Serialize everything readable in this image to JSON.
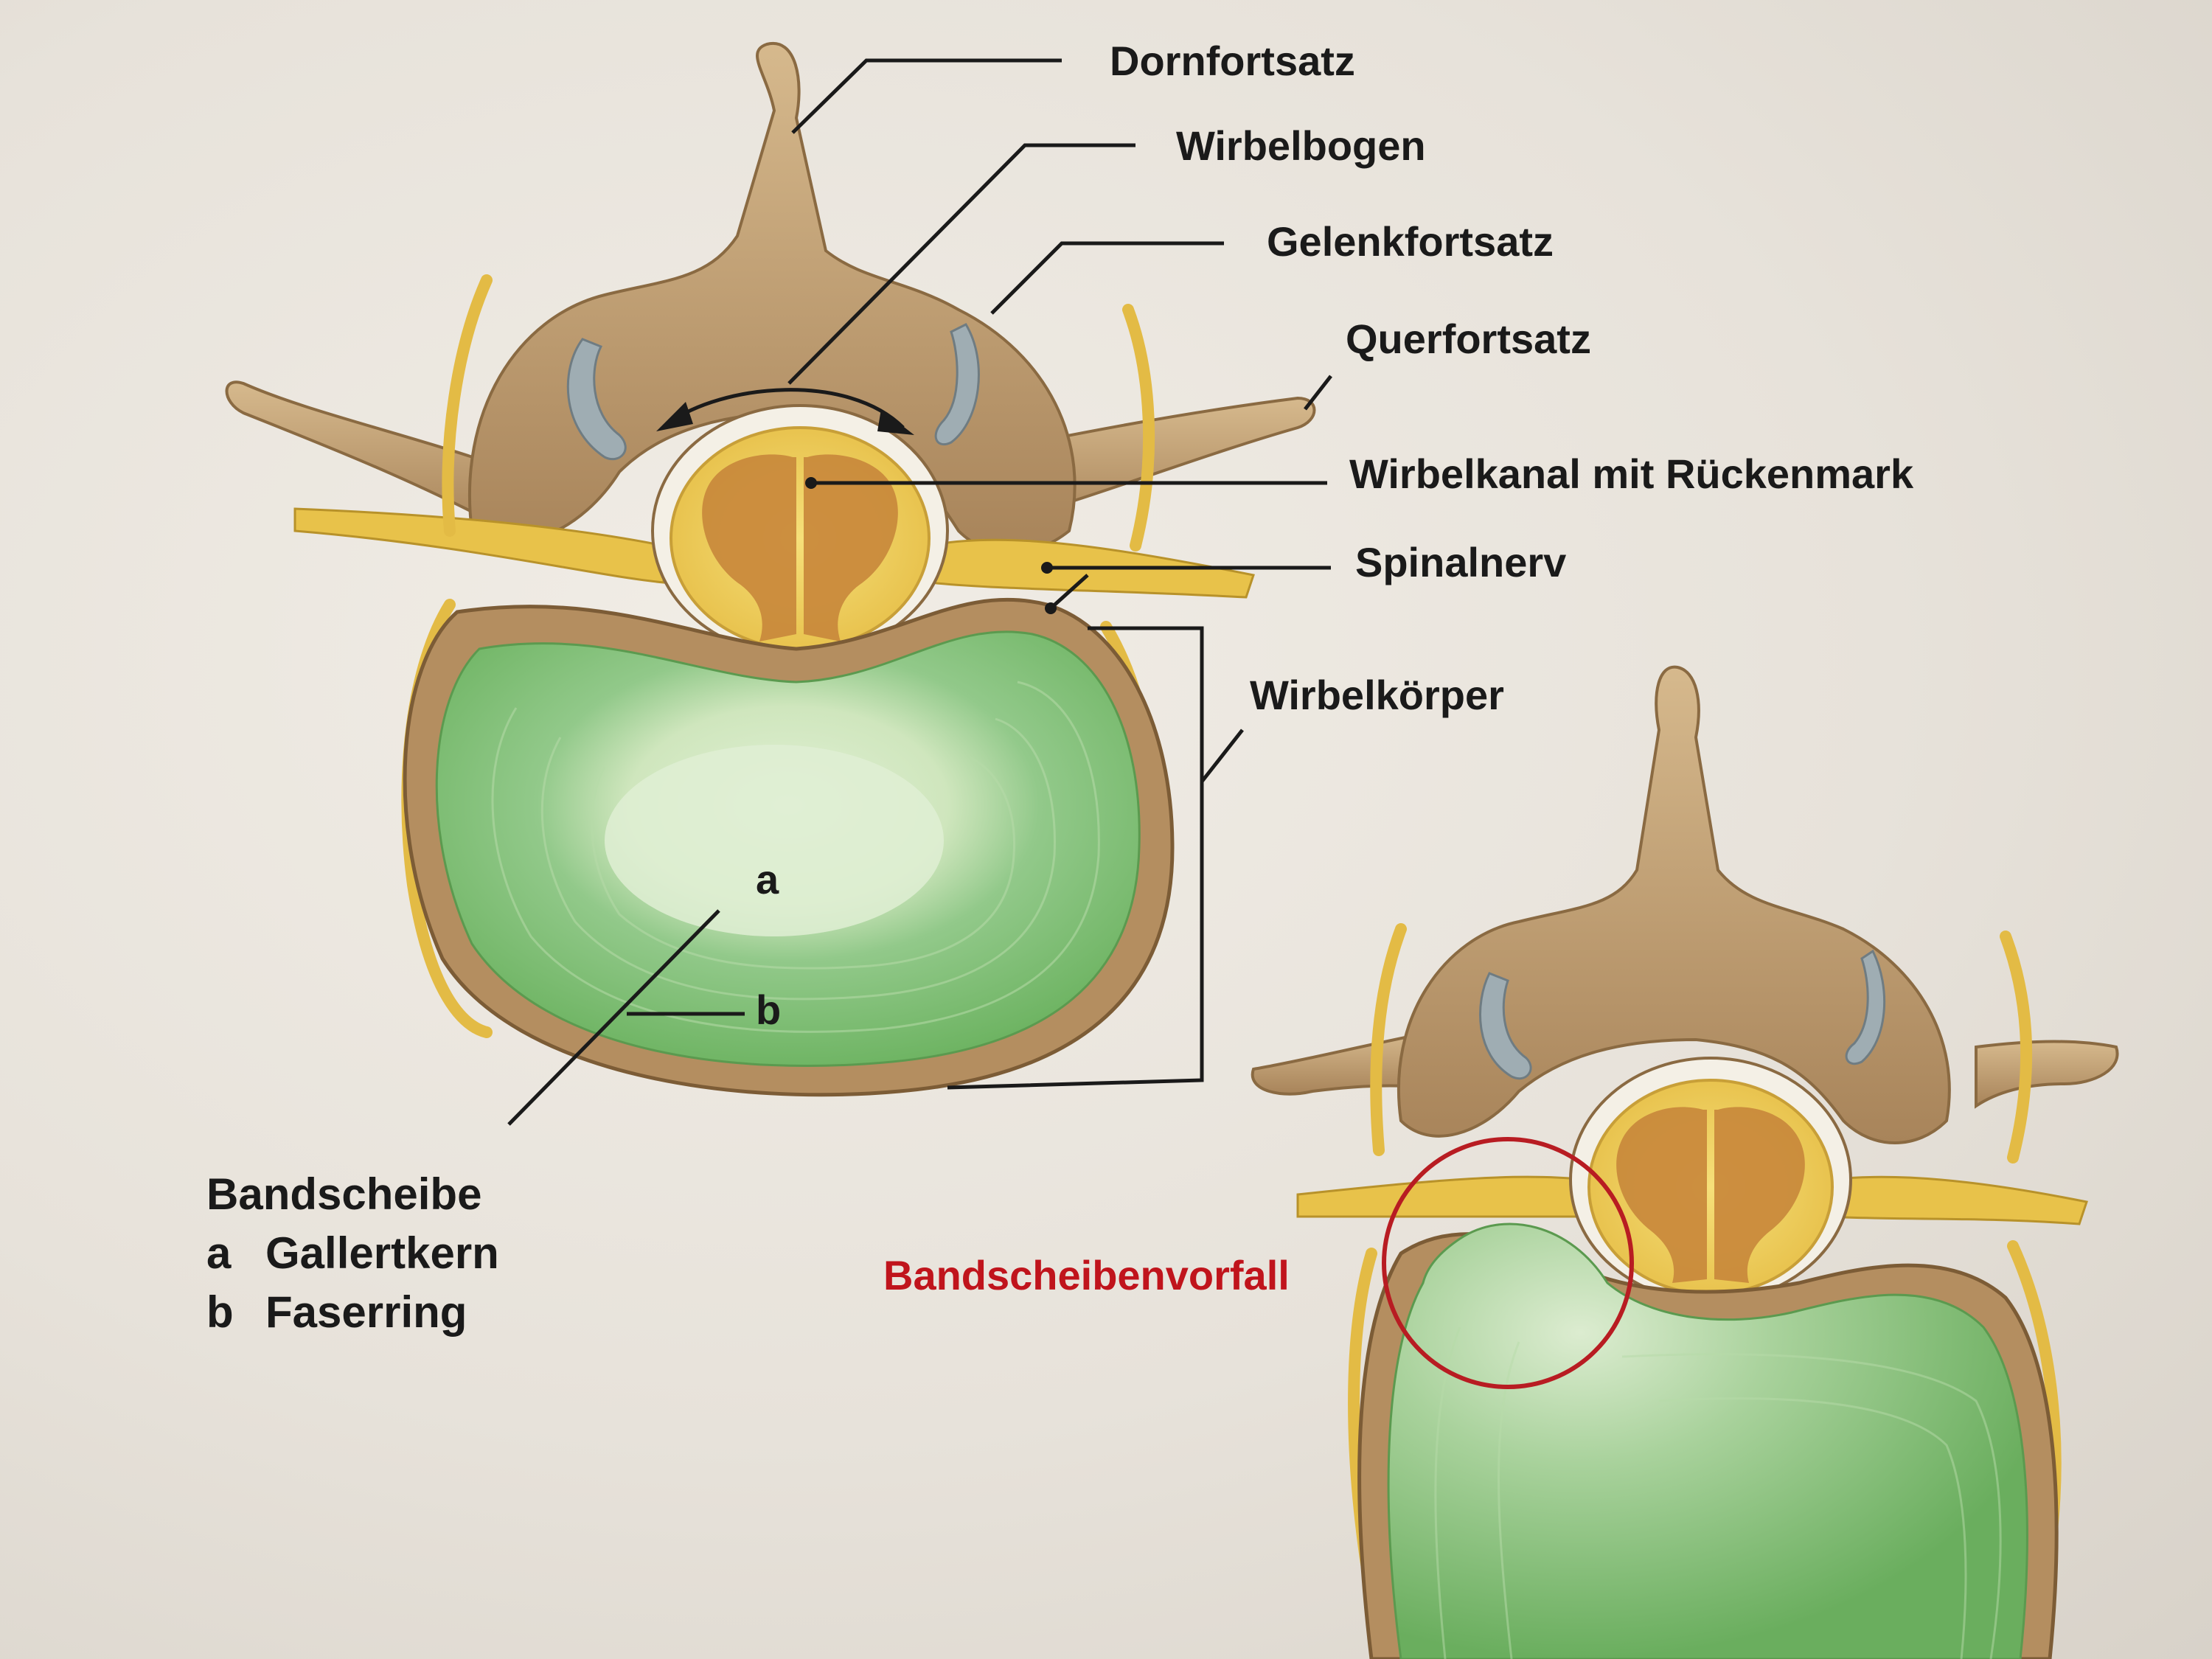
{
  "labels": {
    "dornfortsatz": "Dornfortsatz",
    "wirbelbogen": "Wirbelbogen",
    "gelenkfortsatz": "Gelenkfortsatz",
    "querfortsatz": "Querfortsatz",
    "wirbelkanal": "Wirbelkanal mit Rückenmark",
    "spinalnerv": "Spinalnerv",
    "wirbelkoerper": "Wirbelkörper",
    "marker_a": "a",
    "marker_b": "b"
  },
  "legend": {
    "title": "Bandscheibe",
    "items": [
      {
        "key": "a",
        "text": "Gallertkern"
      },
      {
        "key": "b",
        "text": "Faserring"
      }
    ]
  },
  "highlight": {
    "text": "Bandscheibenvorfall",
    "color": "#c0141c"
  },
  "colors": {
    "bone": "#c9a677",
    "bone_dark": "#9c7a4e",
    "nerve": "#e8c24a",
    "disc_ring": "#7fbf6e",
    "disc_core": "#d8ecc8",
    "cord_white": "#f0d56a",
    "cord_grey": "#c98a3c",
    "cartilage": "#9aa7ad"
  }
}
